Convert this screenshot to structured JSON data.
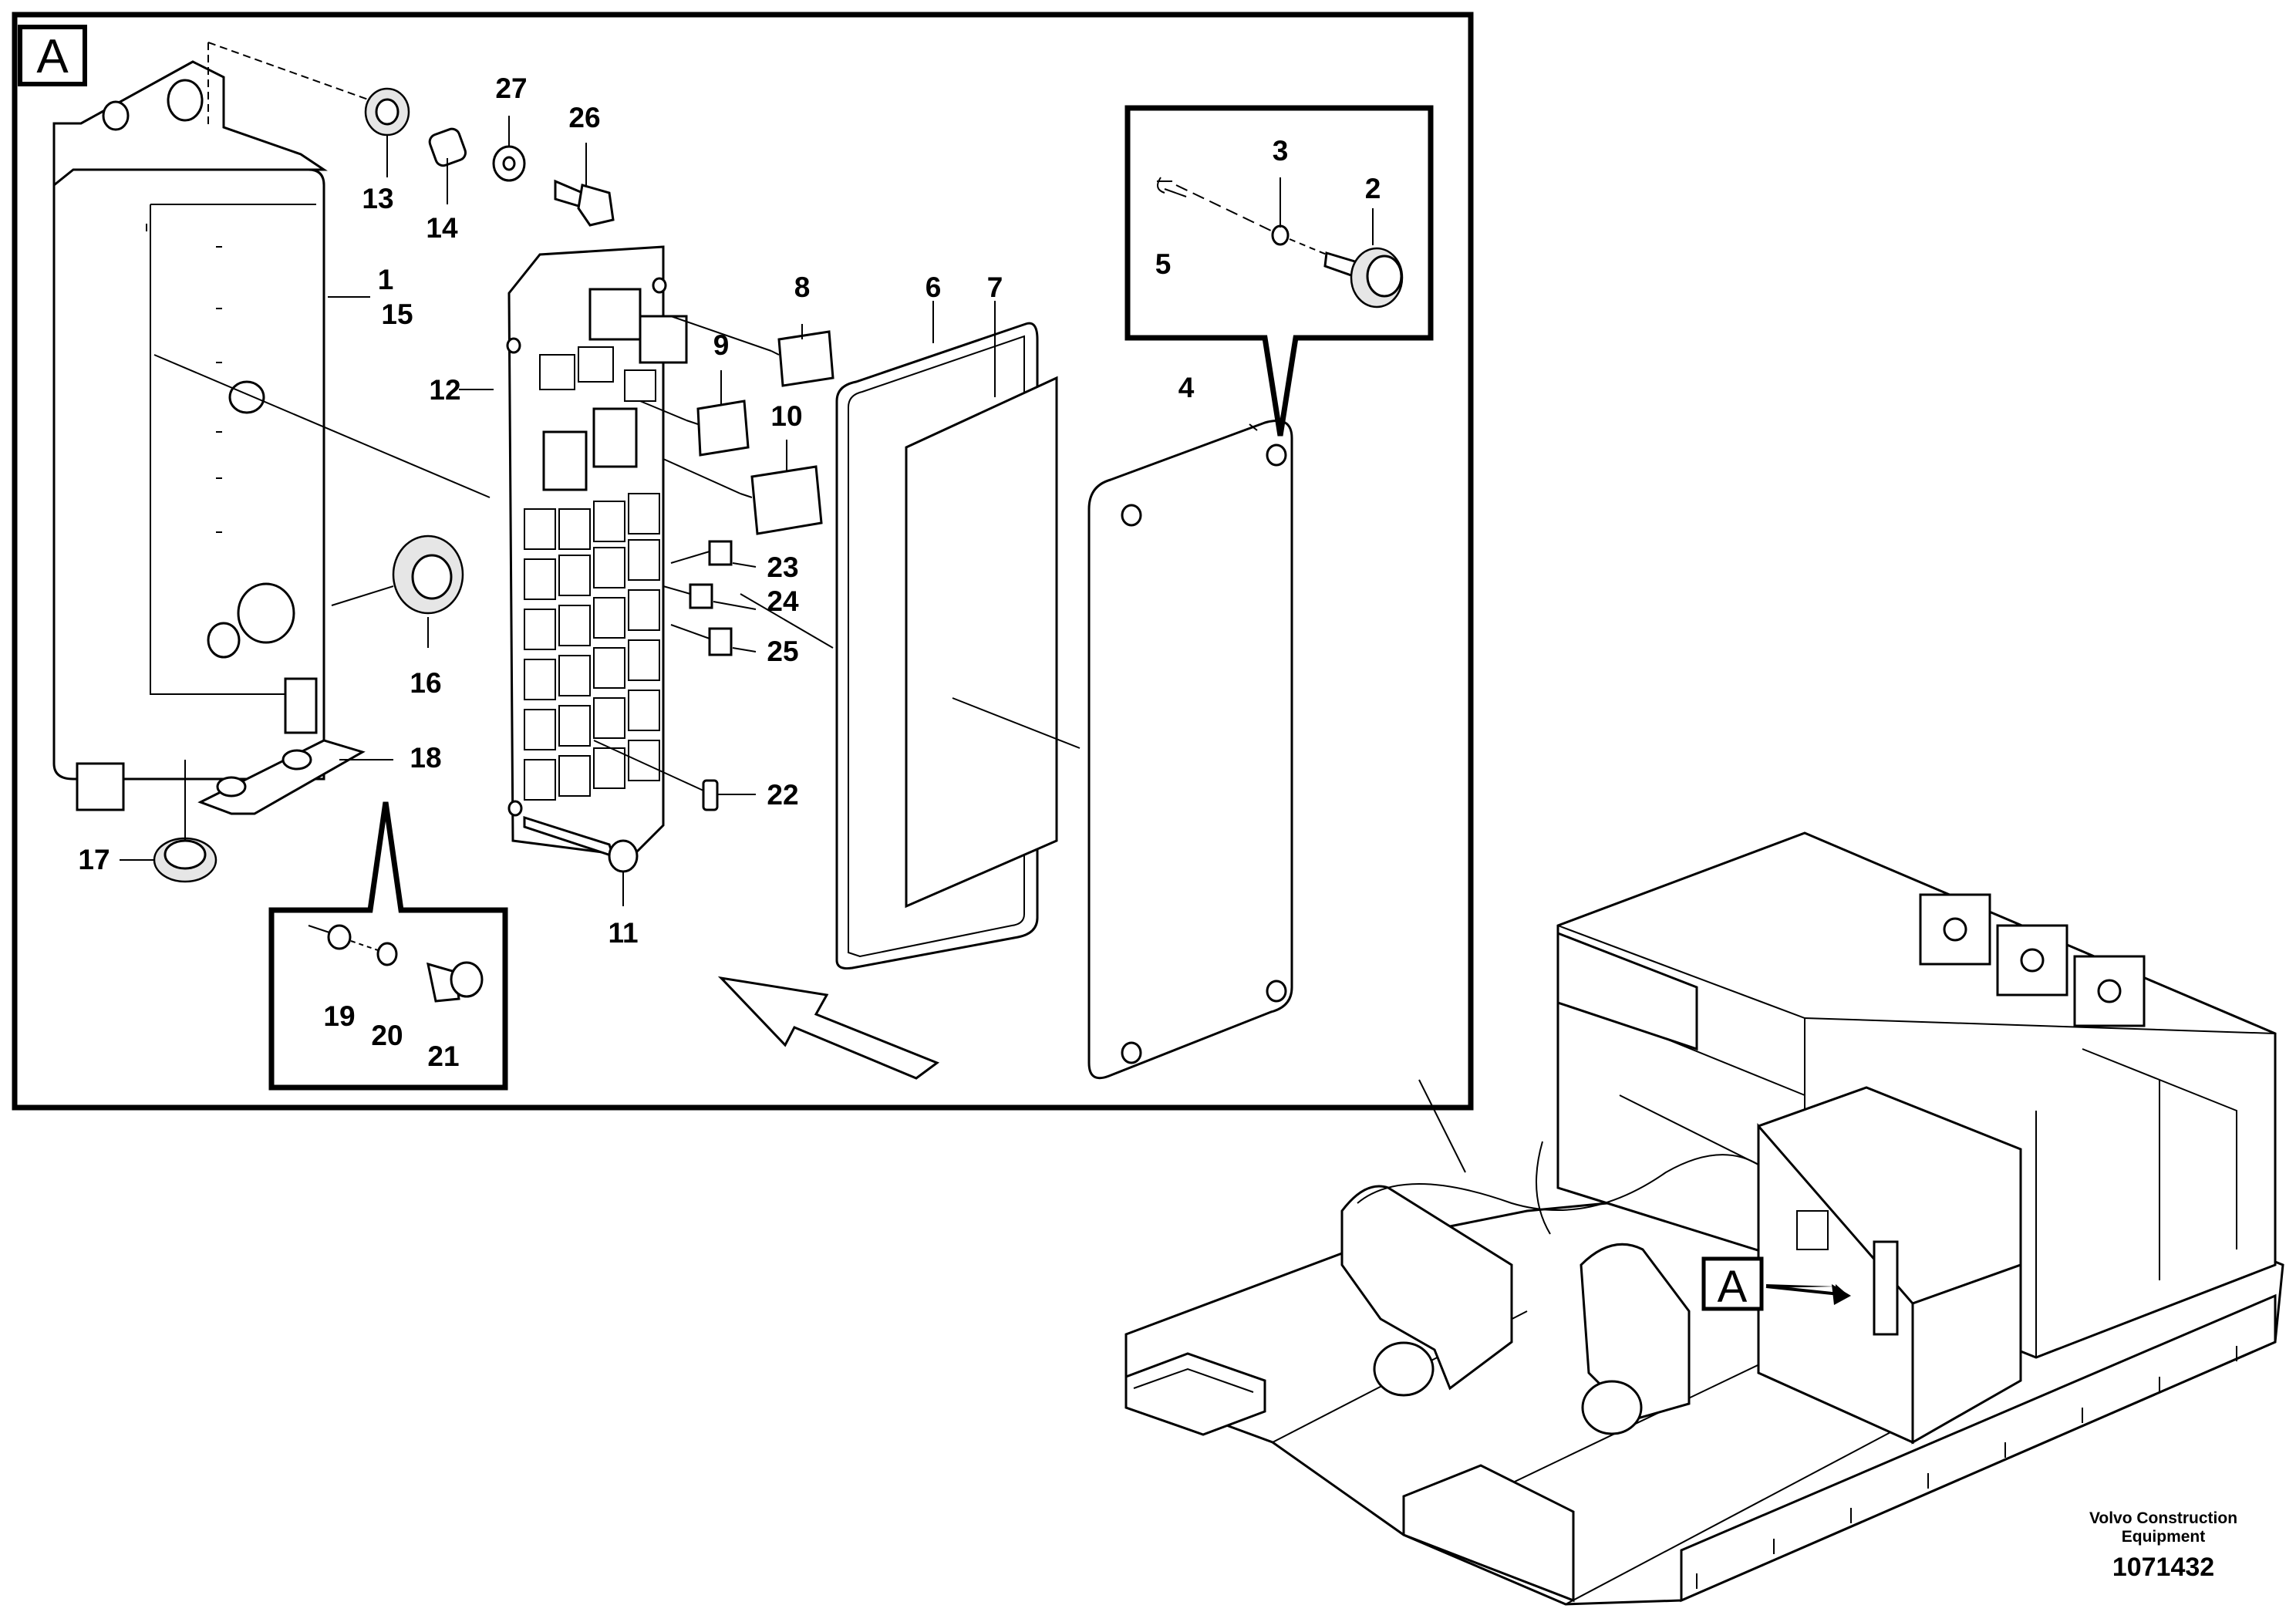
{
  "view_label": "A",
  "callout_label": "A",
  "part_numbers": {
    "p1": "1",
    "p15": "15",
    "p2": "2",
    "p3": "3",
    "p4": "4",
    "p5": "5",
    "p6": "6",
    "p7": "7",
    "p8": "8",
    "p9": "9",
    "p10": "10",
    "p11": "11",
    "p12": "12",
    "p13": "13",
    "p14": "14",
    "p16": "16",
    "p17": "17",
    "p18": "18",
    "p19": "19",
    "p20": "20",
    "p21": "21",
    "p22": "22",
    "p23": "23",
    "p24": "24",
    "p25": "25",
    "p26": "26",
    "p27": "27"
  },
  "credit": {
    "line1": "Volvo Construction",
    "line2": "Equipment",
    "number": "1071432"
  }
}
